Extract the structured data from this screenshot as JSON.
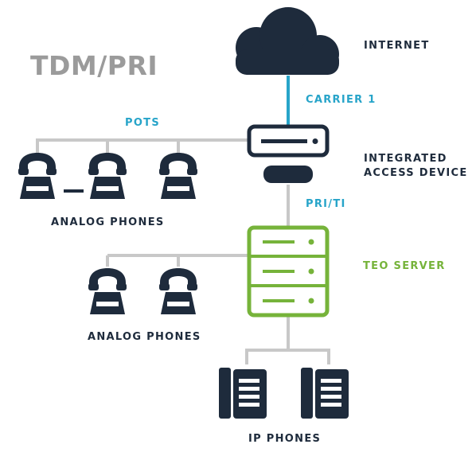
{
  "title": "TDM/PRI",
  "labels": {
    "internet": "INTERNET",
    "carrier": "CARRIER 1",
    "pots": "POTS",
    "iad_line1": "INTEGRATED",
    "iad_line2": "ACCESS DEVICE",
    "pri": "PRI/TI",
    "server": "TEO SERVER",
    "analog_top": "ANALOG PHONES",
    "analog_bottom": "ANALOG PHONES",
    "ip_phones": "IP PHONES"
  },
  "colors": {
    "navy": "#1e2b3c",
    "line_gray": "#c8c8c8",
    "carrier_blue": "#27a4c9",
    "server_green": "#76b33a",
    "title_gray": "#9b9b9b"
  },
  "icons": [
    "cloud-icon",
    "integrated-access-device-icon",
    "server-icon",
    "analog-phone-icon",
    "ip-phone-icon"
  ]
}
